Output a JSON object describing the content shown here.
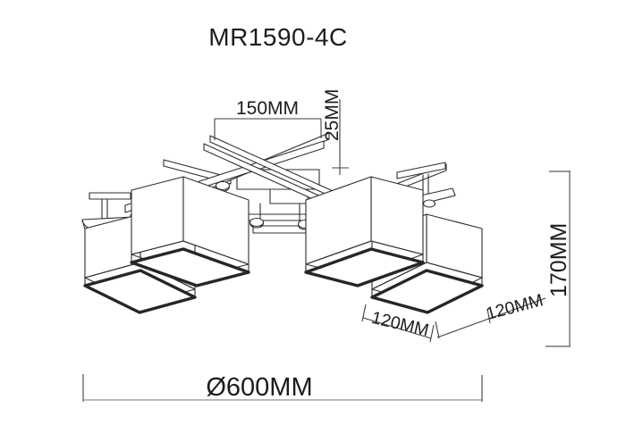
{
  "title": "MR1590-4C",
  "dimensions": {
    "canopy_width": "150MM",
    "canopy_drop": "25MM",
    "fixture_height": "170MM",
    "shade_width_left": "120MM",
    "shade_width_right": "120MM",
    "overall_diameter": "Ø600MM"
  }
}
